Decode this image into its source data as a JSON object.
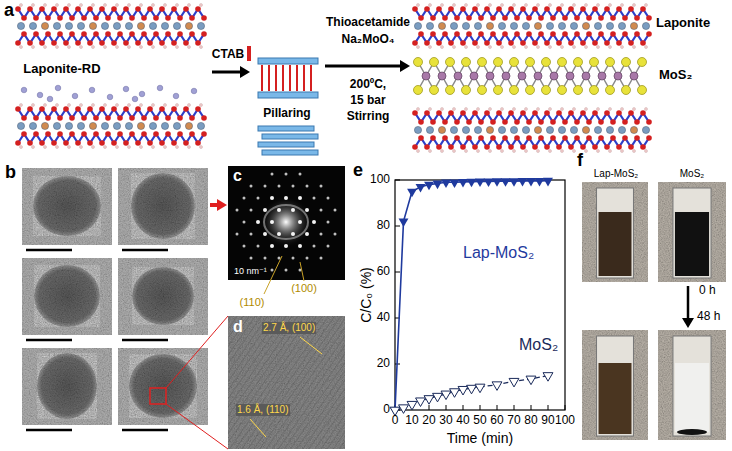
{
  "diagram": {
    "labels": [
      "a",
      "Laponite-RD",
      "CTAB",
      "Pillaring",
      "Thioacetamide",
      "Na₂MoO₄",
      "200ºC,",
      "15 bar",
      "Stirring",
      "Laponite",
      "MoS₂",
      "b",
      "c",
      "10 nm⁻¹",
      "(110)",
      "(100)",
      "d",
      "2.7 Å, (100)",
      "1.6 Å, (110)",
      "e",
      "100",
      "80",
      "60",
      "40",
      "20",
      "0",
      "C/C₀ (%)",
      "Lap-MoS₂",
      "MoS₂",
      "0",
      "10",
      "20",
      "30",
      "40",
      "50",
      "60",
      "70",
      "80",
      "90",
      "100",
      "Time (min)",
      "f",
      "Lap-MoS₂",
      "MoS₂",
      "0 h",
      "48 h"
    ]
  }
}
